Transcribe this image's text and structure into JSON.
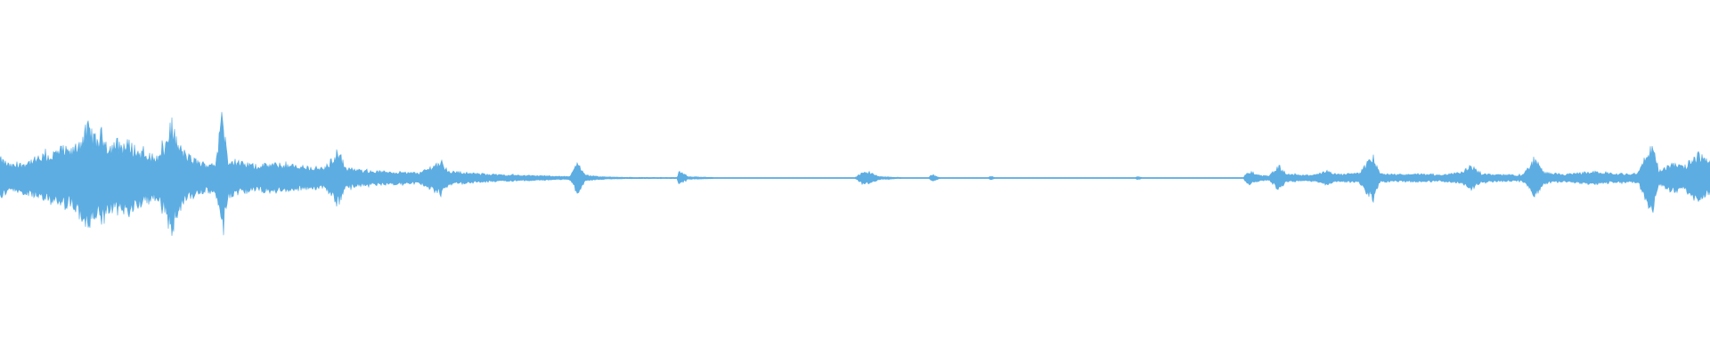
{
  "waveform": {
    "color": "#5dade2",
    "background": "#ffffff",
    "keyframes": [
      [
        0.0,
        0.28
      ],
      [
        0.006,
        0.18
      ],
      [
        0.012,
        0.2
      ],
      [
        0.018,
        0.25
      ],
      [
        0.024,
        0.3
      ],
      [
        0.03,
        0.34
      ],
      [
        0.036,
        0.42
      ],
      [
        0.042,
        0.38
      ],
      [
        0.048,
        0.6
      ],
      [
        0.052,
        0.74
      ],
      [
        0.056,
        0.55
      ],
      [
        0.06,
        0.66
      ],
      [
        0.064,
        0.45
      ],
      [
        0.068,
        0.52
      ],
      [
        0.072,
        0.48
      ],
      [
        0.076,
        0.5
      ],
      [
        0.08,
        0.4
      ],
      [
        0.086,
        0.34
      ],
      [
        0.092,
        0.3
      ],
      [
        0.096,
        0.42
      ],
      [
        0.1,
        0.8
      ],
      [
        0.104,
        0.48
      ],
      [
        0.108,
        0.36
      ],
      [
        0.112,
        0.28
      ],
      [
        0.116,
        0.24
      ],
      [
        0.12,
        0.2
      ],
      [
        0.126,
        0.22
      ],
      [
        0.13,
        0.92
      ],
      [
        0.133,
        0.3
      ],
      [
        0.14,
        0.22
      ],
      [
        0.15,
        0.18
      ],
      [
        0.16,
        0.2
      ],
      [
        0.17,
        0.18
      ],
      [
        0.18,
        0.16
      ],
      [
        0.19,
        0.14
      ],
      [
        0.198,
        0.4
      ],
      [
        0.202,
        0.14
      ],
      [
        0.215,
        0.1
      ],
      [
        0.23,
        0.09
      ],
      [
        0.245,
        0.07
      ],
      [
        0.258,
        0.24
      ],
      [
        0.262,
        0.1
      ],
      [
        0.275,
        0.07
      ],
      [
        0.29,
        0.05
      ],
      [
        0.305,
        0.04
      ],
      [
        0.32,
        0.03
      ],
      [
        0.333,
        0.02
      ],
      [
        0.338,
        0.22
      ],
      [
        0.342,
        0.05
      ],
      [
        0.35,
        0.02
      ],
      [
        0.365,
        0.01
      ],
      [
        0.385,
        0.008
      ],
      [
        0.396,
        0.008
      ],
      [
        0.397,
        0.1
      ],
      [
        0.402,
        0.02
      ],
      [
        0.42,
        0.006
      ],
      [
        0.45,
        0.006
      ],
      [
        0.48,
        0.005
      ],
      [
        0.5,
        0.005
      ],
      [
        0.505,
        0.1
      ],
      [
        0.515,
        0.02
      ],
      [
        0.53,
        0.005
      ],
      [
        0.543,
        0.005
      ],
      [
        0.545,
        0.05
      ],
      [
        0.55,
        0.005
      ],
      [
        0.578,
        0.005
      ],
      [
        0.579,
        0.03
      ],
      [
        0.582,
        0.005
      ],
      [
        0.62,
        0.004
      ],
      [
        0.664,
        0.004
      ],
      [
        0.665,
        0.03
      ],
      [
        0.668,
        0.004
      ],
      [
        0.71,
        0.004
      ],
      [
        0.727,
        0.005
      ],
      [
        0.73,
        0.1
      ],
      [
        0.735,
        0.05
      ],
      [
        0.742,
        0.03
      ],
      [
        0.748,
        0.18
      ],
      [
        0.752,
        0.06
      ],
      [
        0.76,
        0.04
      ],
      [
        0.77,
        0.05
      ],
      [
        0.776,
        0.1
      ],
      [
        0.782,
        0.05
      ],
      [
        0.795,
        0.07
      ],
      [
        0.803,
        0.32
      ],
      [
        0.807,
        0.06
      ],
      [
        0.818,
        0.05
      ],
      [
        0.83,
        0.06
      ],
      [
        0.84,
        0.04
      ],
      [
        0.855,
        0.08
      ],
      [
        0.86,
        0.18
      ],
      [
        0.866,
        0.06
      ],
      [
        0.878,
        0.05
      ],
      [
        0.89,
        0.04
      ],
      [
        0.898,
        0.26
      ],
      [
        0.903,
        0.08
      ],
      [
        0.915,
        0.05
      ],
      [
        0.93,
        0.09
      ],
      [
        0.945,
        0.06
      ],
      [
        0.958,
        0.07
      ],
      [
        0.966,
        0.5
      ],
      [
        0.97,
        0.1
      ],
      [
        0.978,
        0.2
      ],
      [
        0.985,
        0.16
      ],
      [
        0.993,
        0.35
      ],
      [
        1.0,
        0.22
      ]
    ]
  }
}
